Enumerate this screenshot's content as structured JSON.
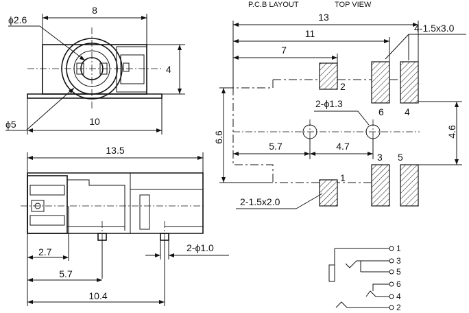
{
  "pcb": {
    "header_layout": "P.C.B LAYOUT",
    "header_view": "TOP VIEW",
    "dim_13": "13",
    "dim_11": "11",
    "dim_7": "7",
    "pad_spec_4": "4-1.5x3.0",
    "pad_spec_2": "2-1.5x2.0",
    "hole_spec": "2-ϕ1.3",
    "dim_6_6": "6.6",
    "dim_4_6": "4.6",
    "dim_5_7": "5.7",
    "dim_4_7": "4.7",
    "pin_1": "1",
    "pin_2": "2",
    "pin_3": "3",
    "pin_4": "4",
    "pin_5": "5",
    "pin_6": "6"
  },
  "front": {
    "dim_8": "8",
    "dim_phi_2_6": "ϕ2.6",
    "dim_4": "4",
    "dim_phi_5": "ϕ5",
    "dim_10": "10"
  },
  "side": {
    "dim_13_5": "13.5",
    "dim_2_7": "2.7",
    "dim_5_7": "5.7",
    "dim_10_4": "10.4",
    "dim_2_phi_1_0": "2-ϕ1.0"
  },
  "schematic": {
    "pin_1": "1",
    "pin_3": "3",
    "pin_5": "5",
    "pin_6": "6",
    "pin_4": "4",
    "pin_2": "2"
  }
}
